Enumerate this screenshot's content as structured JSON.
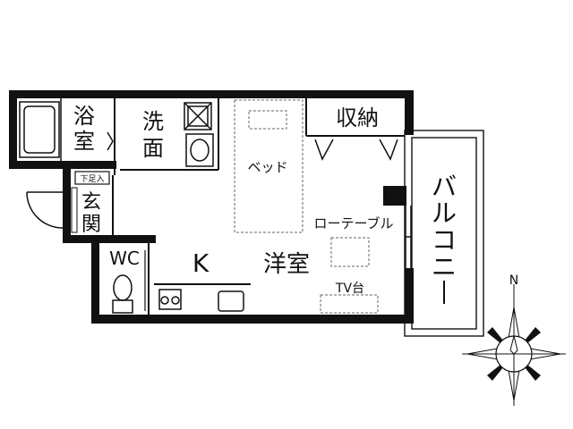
{
  "rooms": {
    "bath": [
      "浴",
      "室"
    ],
    "washroom": [
      "洗",
      "面"
    ],
    "storage": "収納",
    "entrance_step": "下足入",
    "entrance": [
      "玄",
      "関"
    ],
    "toilet": "WC",
    "kitchen": "K",
    "western_room": "洋室",
    "balcony": [
      "バ",
      "ル",
      "コ",
      "ニ",
      "ー"
    ]
  },
  "furniture": {
    "bed": "ベッド",
    "low_table": "ローテーブル",
    "tv_stand": "TV台"
  },
  "compass": {
    "north": "N"
  }
}
